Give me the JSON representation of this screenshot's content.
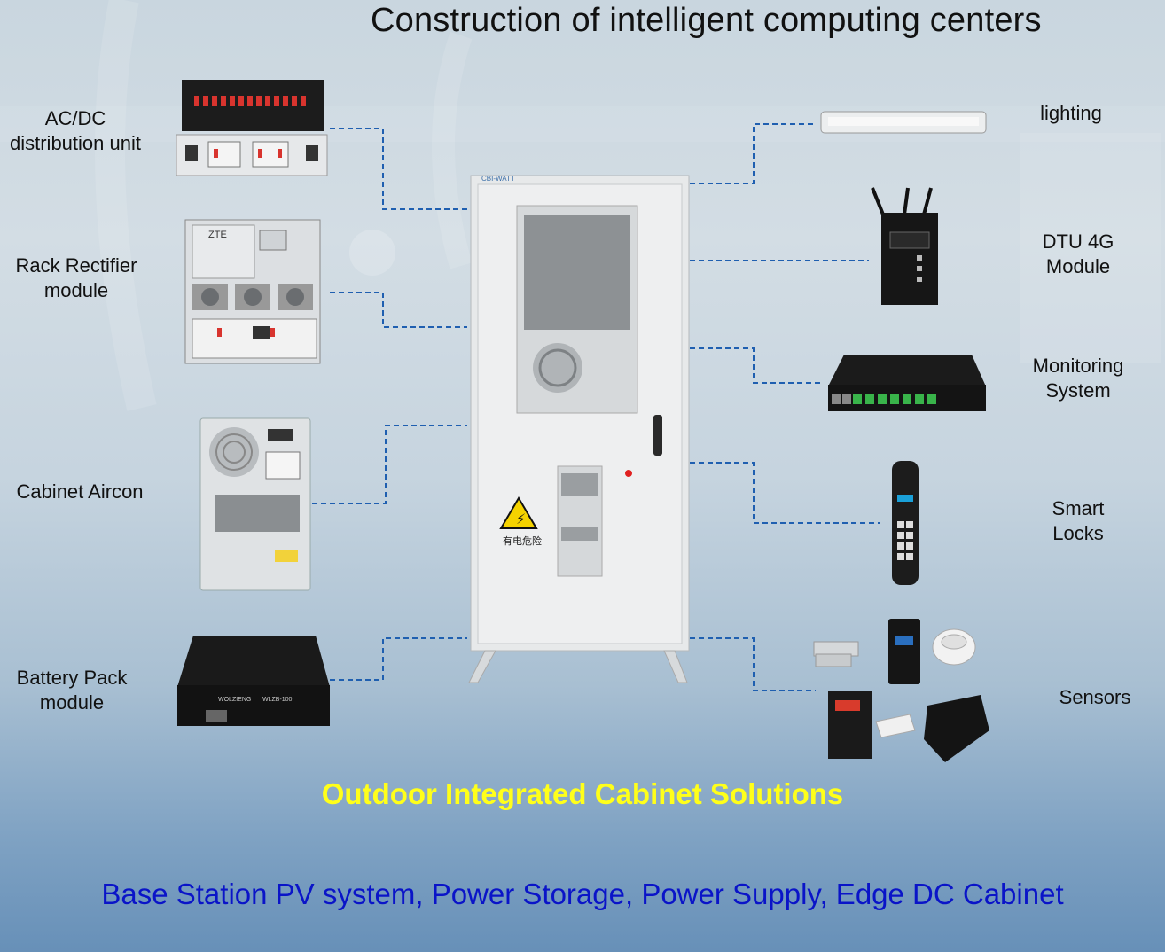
{
  "title": "Construction of intelligent computing centers",
  "subtitle": "Outdoor Integrated Cabinet Solutions",
  "footer": "Base Station PV system,  Power Storage,  Power Supply,  Edge DC Cabinet",
  "left_components": [
    {
      "label": "AC/DC\ndistribution unit"
    },
    {
      "label": "Rack Rectifier\nmodule"
    },
    {
      "label": "Cabinet Aircon"
    },
    {
      "label": "Battery Pack\nmodule"
    }
  ],
  "right_components": [
    {
      "label": "lighting"
    },
    {
      "label": "DTU 4G\nModule"
    },
    {
      "label": "Monitoring\nSystem"
    },
    {
      "label": "Smart\nLocks"
    },
    {
      "label": "Sensors"
    }
  ],
  "cabinet": {
    "warning_text": "有电危险"
  },
  "rectifier_brand": "ZTE",
  "colors": {
    "connector": "#1f5fb0",
    "subtitle": "#ffff1a",
    "footer": "#0a14c8"
  }
}
